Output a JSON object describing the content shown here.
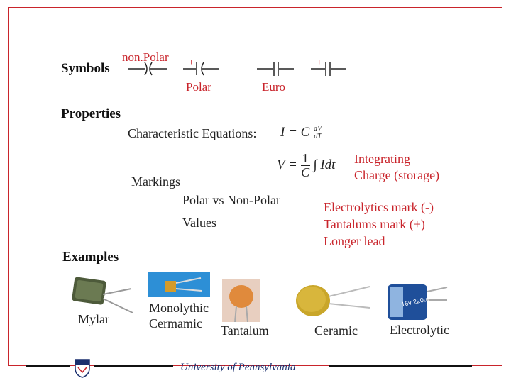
{
  "symbols": {
    "heading": "Symbols",
    "nonpolar_label": "non.Polar",
    "polar_label": "Polar",
    "euro_label": "Euro",
    "plus": "+"
  },
  "properties": {
    "heading": "Properties",
    "char_eq_label": "Characteristic Equations:",
    "eq1_lhs": "I = C",
    "eq1_num": "dV",
    "eq1_den": "dT",
    "eq2_lhs": "V =",
    "eq2_num": "1",
    "eq2_den": "C",
    "eq2_rhs": "∫ Idt",
    "integrating": "Integrating",
    "charge": "Charge (storage)",
    "markings": "Markings",
    "polar_vs": "Polar vs Non-Polar",
    "values": "Values",
    "electrolytics": "Electrolytics mark (-)",
    "tantalums": "Tantalums mark (+)",
    "longer_lead": "Longer lead"
  },
  "examples": {
    "heading": "Examples",
    "items": [
      {
        "label": "Mylar"
      },
      {
        "label_line1": "Monolythic",
        "label_line2": "Cermamic"
      },
      {
        "label": "Tantalum"
      },
      {
        "label": "Ceramic"
      },
      {
        "label": "Electrolytic",
        "marking": "16v 220uF"
      }
    ]
  },
  "footer": {
    "university": "University of Pennsylvania",
    "logo": "shield-icon"
  },
  "colors": {
    "accent": "#c9242b",
    "frame": "#c9242b"
  }
}
